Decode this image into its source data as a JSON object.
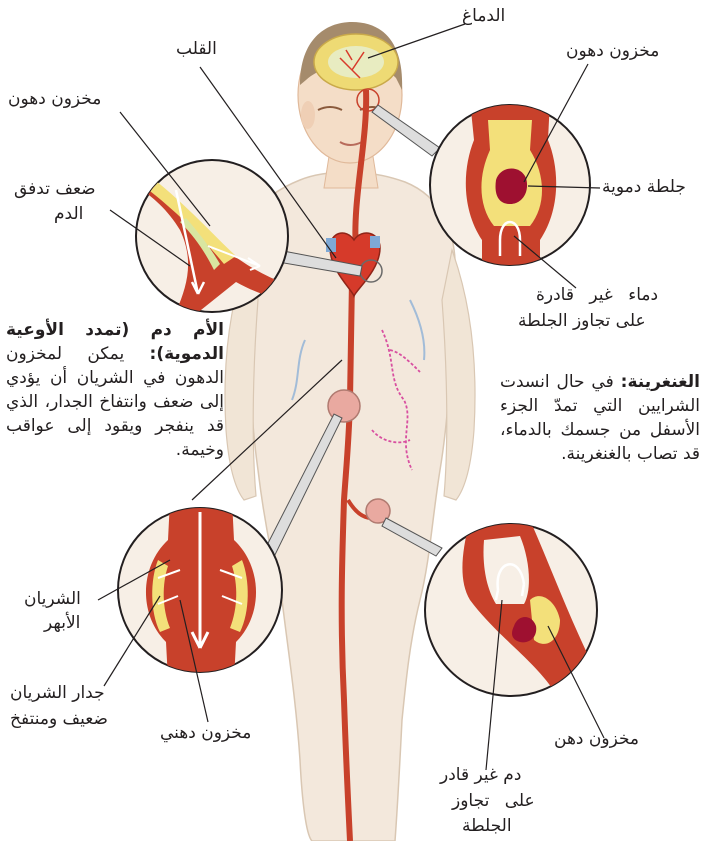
{
  "labels": {
    "brain": "الدماغ",
    "heart": "القلب",
    "fat_deposit_left": "مخزون دهون",
    "weak_flow_line1": "ضعف تدفق",
    "weak_flow_line2": "الدم",
    "fat_deposit_right": "مخزون دهون",
    "blood_clot": "جلطة دموية",
    "blood_unable_line1": "دماء غير قادرة",
    "blood_unable_line2": "على تجاوز الجلطة",
    "aorta_line1": "الشريان",
    "aorta_line2": "الأبهر",
    "artery_wall_line1": "جدار الشريان",
    "artery_wall_line2": "ضعيف ومنتفخ",
    "fatty_deposit": "مخزون دهني",
    "fat_deposit_bottom": "مخزون دهن",
    "blood_bottom_line1": "دم غير قادر",
    "blood_bottom_line2": "على تجاوز",
    "blood_bottom_line3": "الجلطة"
  },
  "aneurysm": {
    "term": "الأم دم (تمدد الأوعية الدموية):",
    "text": "يمكن لمخزون الدهون في الشريان أن يؤدي إلى ضعف وانتفاخ الجدار، الذي قد ينفجر ويقود إلى عواقب وخيمة."
  },
  "gangrene": {
    "term": "الغنغرينة:",
    "text": "في حال انسدت الشرايين التي تمدّ الجزء الأسفل من جسمك بالدماء، قد تصاب بالغنغرينة."
  },
  "colors": {
    "artery": "#c8412b",
    "artery_dark": "#8f2418",
    "fat": "#f3e07a",
    "clot": "#9e1030",
    "skin": "#f4ddc7",
    "body_translucent": "#f3e8dc",
    "vein_blue": "#7fa9d6",
    "lymph_pink": "#d84fa0",
    "leader": "#231f20"
  }
}
